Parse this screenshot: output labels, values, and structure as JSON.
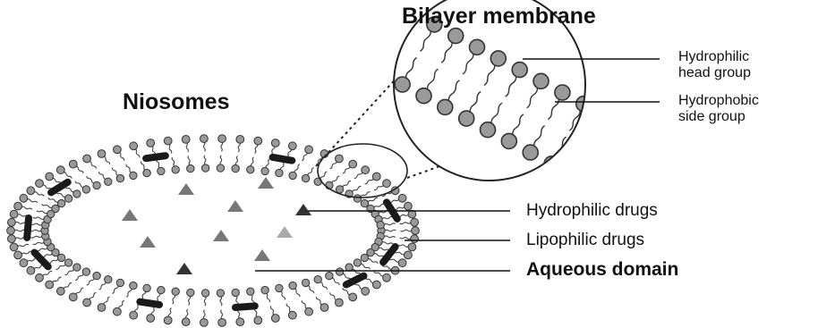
{
  "titles": {
    "niosomes": "Niosomes",
    "bilayer": "Bilayer membrane"
  },
  "labels": {
    "head_group_line1": "Hydrophilic",
    "head_group_line2": "head group",
    "side_group_line1": "Hydrophobic",
    "side_group_line2": "side group",
    "hydrophilic_drugs": "Hydrophilic drugs",
    "lipophilic_drugs": "Lipophilic drugs",
    "aqueous_domain": "Aqueous domain"
  },
  "colors": {
    "head": "#9a9a9a",
    "outline": "#333333",
    "drug_dark": "#333333",
    "drug_mid": "#777777",
    "drug_light": "#aaaaaa",
    "lipophilic": "#1a1a1a"
  }
}
